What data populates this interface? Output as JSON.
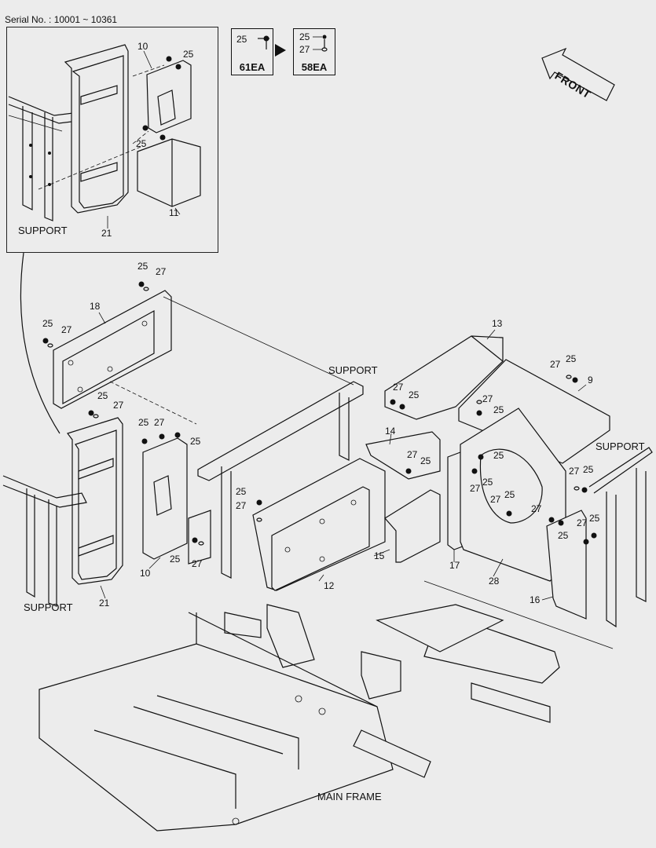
{
  "serial": "Serial No. : 10001 ~ 10361",
  "qty_change": {
    "before": {
      "part": "25",
      "qty": "61EA"
    },
    "after": {
      "part_a": "25",
      "part_b": "27",
      "qty": "58EA"
    }
  },
  "front_label": "FRONT",
  "inset": {
    "labels": {
      "p10": "10",
      "p25a": "25",
      "p25b": "25",
      "p11": "11",
      "p21": "21",
      "support": "SUPPORT"
    }
  },
  "labels": {
    "c25a": "25",
    "c27a": "27",
    "c18": "18",
    "c25b": "25",
    "c27b": "27",
    "c25c": "25",
    "c27c": "27",
    "c25d": "25",
    "c27d": "27",
    "c25e": "25",
    "c13": "13",
    "c_support_top": "SUPPORT",
    "c27e": "27",
    "c25f": "25",
    "c27f": "27",
    "c25g": "25",
    "c9": "9",
    "c_support_right": "SUPPORT",
    "c27g": "27",
    "c25h": "25",
    "c14": "14",
    "c27h": "27",
    "c25i": "25",
    "c25j": "25",
    "c25k": "25",
    "c27i": "27",
    "c25l": "25",
    "c27j": "27",
    "c25m": "25",
    "c27k": "27",
    "c25n": "25",
    "c27l": "27",
    "c25o": "25",
    "c27m": "27",
    "c25p": "25",
    "c25q": "25",
    "c27n": "27",
    "c15": "15",
    "c17": "17",
    "c28": "28",
    "c16": "16",
    "c10": "10",
    "c12": "12",
    "c21": "21",
    "c_support_left": "SUPPORT",
    "c_main_frame": "MAIN FRAME"
  }
}
